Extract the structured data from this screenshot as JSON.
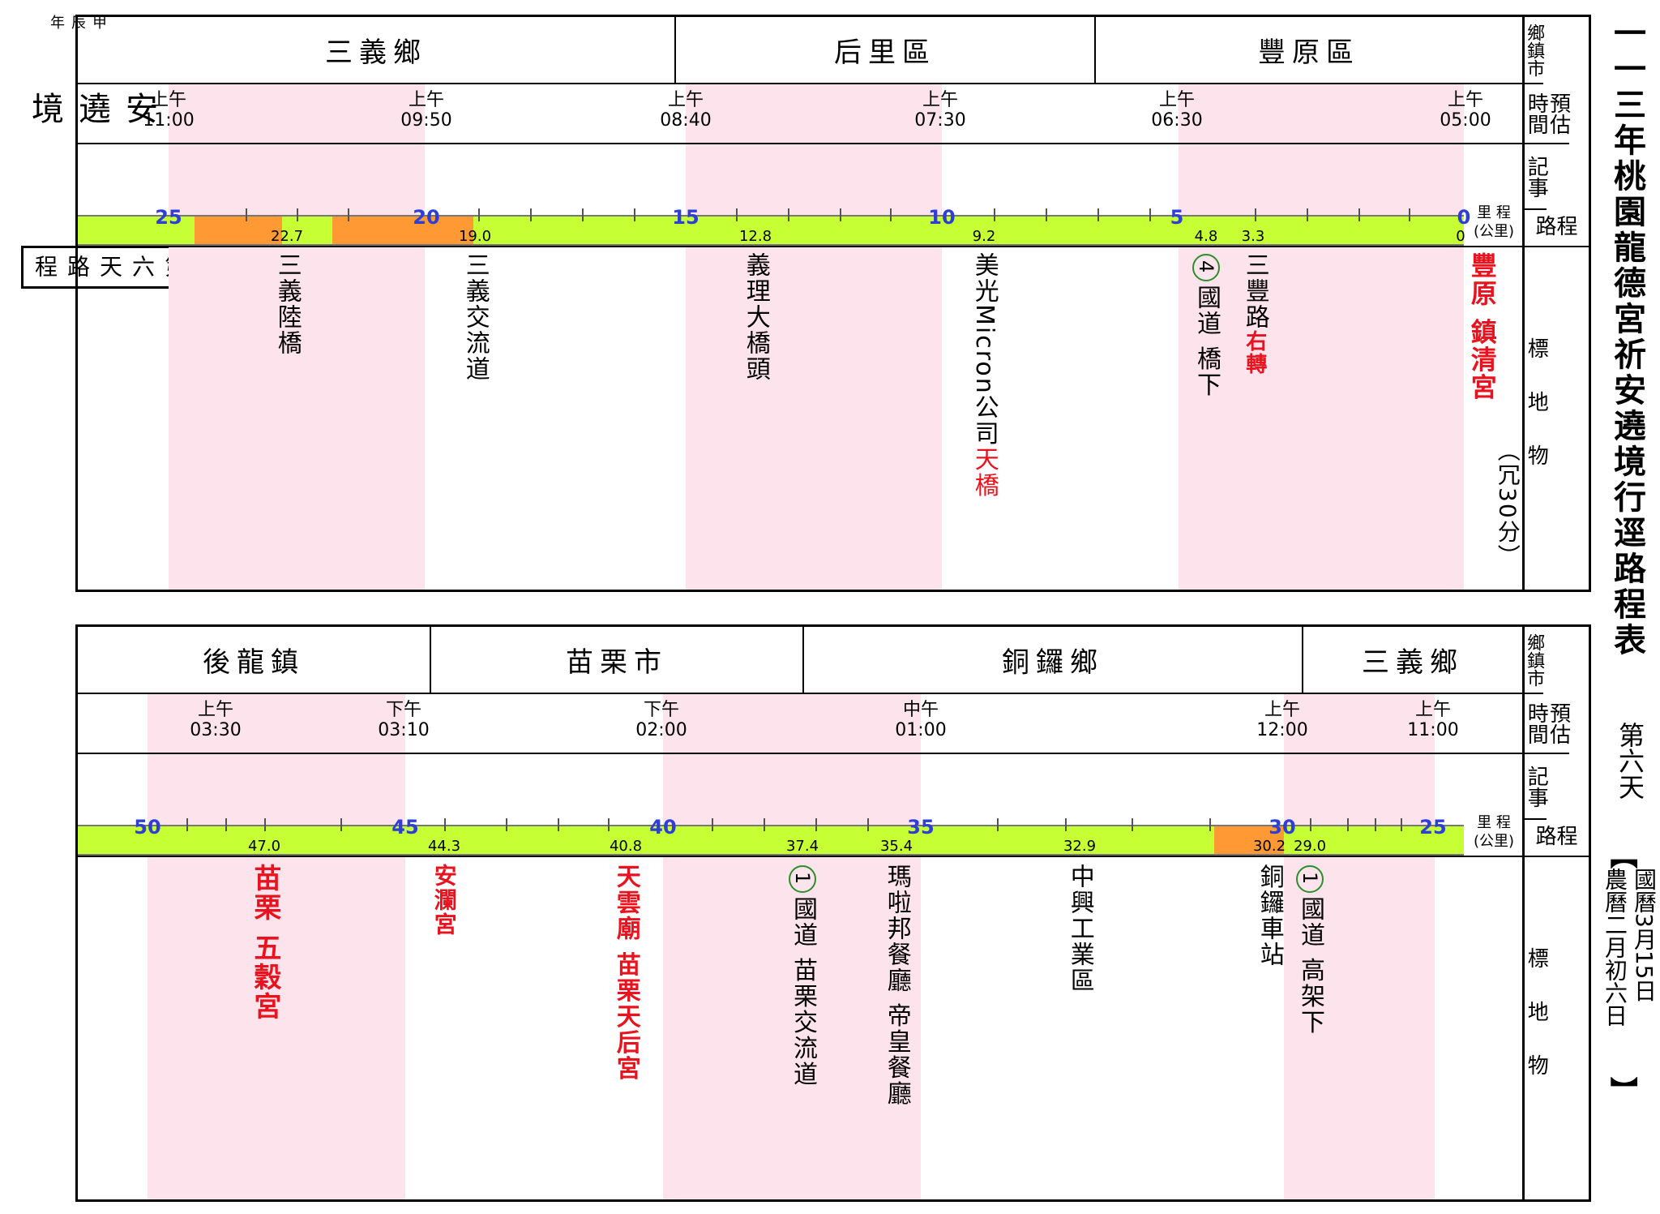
{
  "left_margin": {
    "year": "甲辰年",
    "title": "祈安遶境",
    "day_box": "第六天路程"
  },
  "right_margin": {
    "title": "一一三年桃園龍德宮祈安遶境行逕路程表",
    "day": "第六天",
    "date_open": "【",
    "solar_date": "國曆3月15日",
    "lunar_date": "農曆二月初六日",
    "date_close": "】"
  },
  "row_labels": {
    "township": "鄉鎮市",
    "time": "預估時間",
    "notes": "記事",
    "route": "路程",
    "landmarks": "標地物",
    "km_unit_top": "里 程",
    "km_unit_bottom": "(公里)"
  },
  "panel_top": {
    "districts": [
      {
        "name": "三義鄉"
      },
      {
        "name": "后里區"
      },
      {
        "name": "豐原區"
      }
    ],
    "times": [
      {
        "ampm": "上午",
        "clock": "11:00"
      },
      {
        "ampm": "上午",
        "clock": "09:50"
      },
      {
        "ampm": "上午",
        "clock": "08:40"
      },
      {
        "ampm": "上午",
        "clock": "07:30"
      },
      {
        "ampm": "上午",
        "clock": "06:30"
      },
      {
        "ampm": "上午",
        "clock": "05:00"
      }
    ],
    "km_labels": [
      "25",
      "20",
      "15",
      "10",
      "5",
      "0"
    ],
    "distances": [
      "22.7",
      "19.0",
      "12.8",
      "9.2",
      "4.8",
      "3.3",
      "0"
    ],
    "landmarks": [
      {
        "text": "三義陸橋"
      },
      {
        "text": "三義交流道"
      },
      {
        "text": "義理大橋頭"
      },
      {
        "text": "美光Micron公司",
        "red_suffix": "天橋"
      },
      {
        "badge": "4",
        "text": "國道 橋下"
      },
      {
        "text": "三豐路",
        "red_suffix": "右轉"
      },
      {
        "red_title": "豐原 鎮清宮",
        "note": "（冗30分）"
      }
    ]
  },
  "panel_bottom": {
    "districts": [
      {
        "name": "後龍鎮"
      },
      {
        "name": "苗栗市"
      },
      {
        "name": "銅鑼鄉"
      },
      {
        "name": "三義鄉"
      }
    ],
    "times": [
      {
        "ampm": "上午",
        "clock": "03:30"
      },
      {
        "ampm": "下午",
        "clock": "03:10"
      },
      {
        "ampm": "下午",
        "clock": "02:00"
      },
      {
        "ampm": "中午",
        "clock": "01:00"
      },
      {
        "ampm": "上午",
        "clock": "12:00"
      },
      {
        "ampm": "上午",
        "clock": "11:00"
      }
    ],
    "km_labels": [
      "50",
      "45",
      "40",
      "35",
      "30",
      "25"
    ],
    "distances": [
      "47.0",
      "44.3",
      "40.8",
      "37.4",
      "35.4",
      "32.9",
      "30.2",
      "29.0"
    ],
    "landmarks": [
      {
        "red_title": "苗栗 五穀宮"
      },
      {
        "red_title": "安瀾宮"
      },
      {
        "red_title": "天雲廟 苗栗天后宮"
      },
      {
        "badge": "1",
        "text": "國道 苗栗交流道"
      },
      {
        "text": "瑪啦邦餐廳 帝皇餐廳"
      },
      {
        "text": "中興工業區"
      },
      {
        "text": "銅鑼車站"
      },
      {
        "badge": "1",
        "text": "國道 高架下"
      }
    ]
  },
  "colors": {
    "track": "#c6ff33",
    "segment": "#ff9933",
    "band": "#fde3ec",
    "km": "#2e3fd6",
    "red": "#e8131e",
    "badge": "#2a8f2a"
  }
}
